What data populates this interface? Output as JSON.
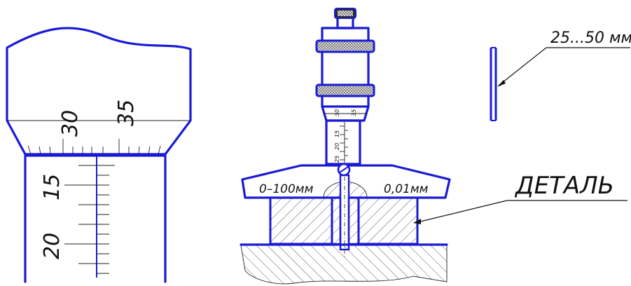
{
  "thimble_scale": {
    "labels": [
      "30",
      "35"
    ]
  },
  "sleeve_scale": {
    "labels": [
      "15",
      "20"
    ]
  },
  "mini_scale": {
    "thimble": [
      "30",
      "35"
    ],
    "sleeve": [
      "15",
      "20",
      "25"
    ]
  },
  "base": {
    "range_label": "0–100мм",
    "resolution_label": "0,01мм"
  },
  "callouts": {
    "rod_range": "25...50 мм",
    "part": "ДЕТАЛЬ"
  },
  "colors": {
    "outline": "#1a1ad6",
    "ink": "#111111"
  }
}
